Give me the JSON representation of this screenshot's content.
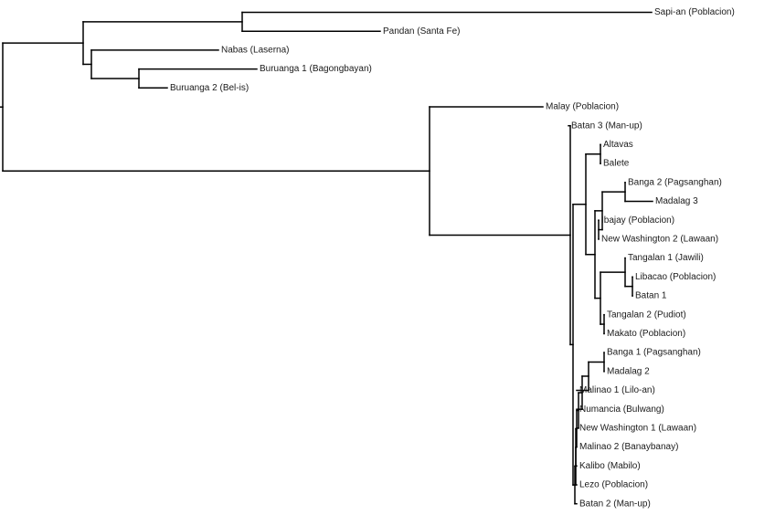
{
  "tree": {
    "line_color": "#000000",
    "text_color": "#1a1a1a",
    "leaves": [
      {
        "id": "sapi_an",
        "label": "Sapi-an (Poblacion)"
      },
      {
        "id": "pandan",
        "label": "Pandan (Santa Fe)"
      },
      {
        "id": "nabas",
        "label": "Nabas (Laserna)"
      },
      {
        "id": "buruanga1",
        "label": "Buruanga 1 (Bagongbayan)"
      },
      {
        "id": "buruanga2",
        "label": "Buruanga 2 (Bel-is)"
      },
      {
        "id": "malay",
        "label": "Malay (Poblacion)"
      },
      {
        "id": "batan3",
        "label": "Batan 3 (Man-up)"
      },
      {
        "id": "altavas",
        "label": "Altavas"
      },
      {
        "id": "balete",
        "label": "Balete"
      },
      {
        "id": "banga2",
        "label": "Banga 2 (Pagsanghan)"
      },
      {
        "id": "madalag3",
        "label": "Madalag 3"
      },
      {
        "id": "ibajay",
        "label": "Ibajay (Poblacion)"
      },
      {
        "id": "newwash2",
        "label": "New Washington 2 (Lawaan)"
      },
      {
        "id": "tangalan1",
        "label": "Tangalan 1 (Jawili)"
      },
      {
        "id": "libacao",
        "label": "Libacao (Poblacion)"
      },
      {
        "id": "batan1",
        "label": "Batan 1"
      },
      {
        "id": "tangalan2",
        "label": "Tangalan 2 (Pudiot)"
      },
      {
        "id": "makato",
        "label": "Makato (Poblacion)"
      },
      {
        "id": "banga1",
        "label": "Banga 1 (Pagsanghan)"
      },
      {
        "id": "madalag2",
        "label": "Madalag 2"
      },
      {
        "id": "malinao1",
        "label": "Malinao 1 (Lilo-an)"
      },
      {
        "id": "numancia",
        "label": "Numancia (Bulwang)"
      },
      {
        "id": "newwash1",
        "label": "New Washington 1 (Lawaan)"
      },
      {
        "id": "malinao2",
        "label": "Malinao 2 (Banaybanay)"
      },
      {
        "id": "kalibo",
        "label": "Kalibo (Mabilo)"
      },
      {
        "id": "lezo",
        "label": "Lezo (Poblacion)"
      },
      {
        "id": "batan2",
        "label": "Batan 2 (Man-up)"
      }
    ]
  }
}
